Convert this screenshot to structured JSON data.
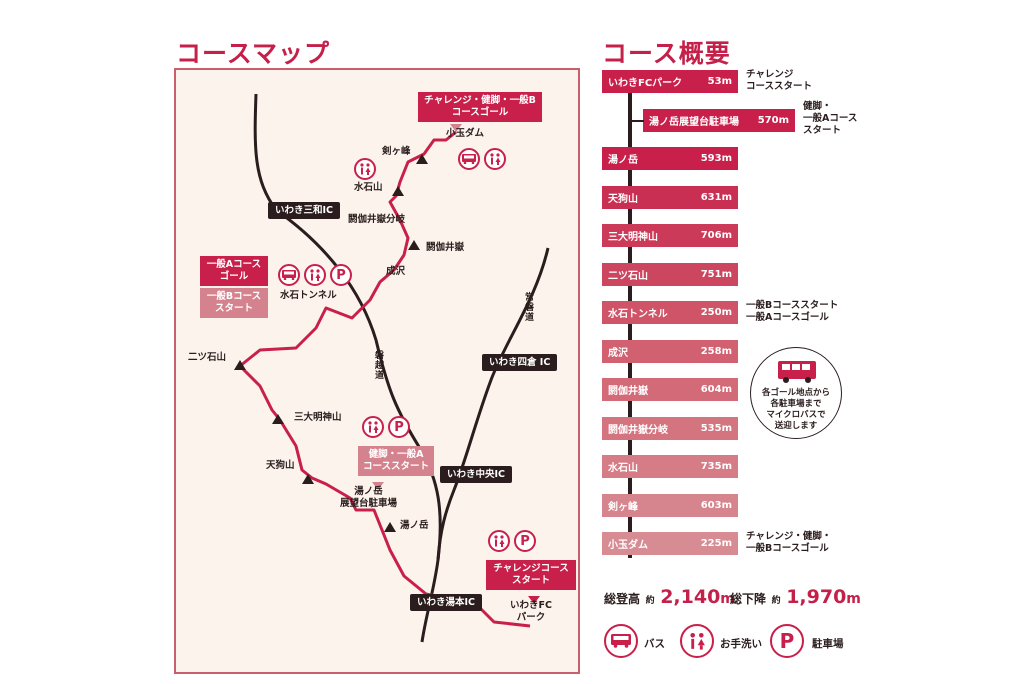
{
  "titles": {
    "map": "コースマップ",
    "overview": "コース概要"
  },
  "map": {
    "interchanges": {
      "sanwa": "いわき三和IC",
      "yotsukura": "いわき四倉 IC",
      "chuo": "いわき中央IC",
      "yumoto": "いわき湯本IC"
    },
    "routes": {
      "banetsu": "磐越道",
      "joban": "常磐道"
    },
    "places": {
      "kotama_dam": "小玉ダム",
      "kengamine": "剣ヶ峰",
      "mizuishiyama": "水石山",
      "akaijidake_bunki": "閼伽井嶽分岐",
      "akaijidake": "閼伽井嶽",
      "narusawa": "成沢",
      "mizuishi_tunnel": "水石トンネル",
      "futatsuishiyama": "二ツ石山",
      "sandaimyojinsan": "三大明神山",
      "tengusan": "天狗山",
      "yunotake_parking_1": "湯ノ岳",
      "yunotake_parking_2": "展望台駐車場",
      "yunotake": "湯ノ岳",
      "fc_park_1": "いわきFC",
      "fc_park_2": "パーク"
    },
    "boxes": {
      "goal_all_1": "チャレンジ・健脚・一般B",
      "goal_all_2": "コースゴール",
      "ippan_a_goal_1": "一般Aコース",
      "ippan_a_goal_2": "ゴール",
      "ippan_b_start_1": "一般Bコース",
      "ippan_b_start_2": "スタート",
      "kenkyaku_start_1": "健脚・一般A",
      "kenkyaku_start_2": "コーススタート",
      "challenge_start_1": "チャレンジコース",
      "challenge_start_2": "スタート"
    },
    "icons": {
      "bus": "bus-icon",
      "toilet": "toilet-icon",
      "parking": "P"
    }
  },
  "profile": {
    "rows": [
      {
        "name": "いわきFCパーク",
        "elev": "53m",
        "note1": "チャレンジ",
        "note2": "コーススタート",
        "color": "#c8204a"
      },
      {
        "name": "湯ノ岳展望台駐車場",
        "elev": "570m",
        "note1": "健脚・",
        "note2": "一般Aコース",
        "note3": "スタート",
        "color": "#c8204a"
      },
      {
        "name": "湯ノ岳",
        "elev": "593m",
        "color": "#c8204a"
      },
      {
        "name": "天狗山",
        "elev": "631m",
        "color": "#c92f52"
      },
      {
        "name": "三大明神山",
        "elev": "706m",
        "color": "#cb3a58"
      },
      {
        "name": "二ツ石山",
        "elev": "751m",
        "color": "#cd4660"
      },
      {
        "name": "水石トンネル",
        "elev": "250m",
        "note1": "一般Bコーススタート",
        "note2": "一般Aコースゴール",
        "color": "#cf5468"
      },
      {
        "name": "成沢",
        "elev": "258m",
        "color": "#d16070"
      },
      {
        "name": "閼伽井嶽",
        "elev": "604m",
        "color": "#d36a78"
      },
      {
        "name": "閼伽井嶽分岐",
        "elev": "535m",
        "color": "#d4747f"
      },
      {
        "name": "水石山",
        "elev": "735m",
        "color": "#d57c86"
      },
      {
        "name": "剣ヶ峰",
        "elev": "603m",
        "color": "#d6848d"
      },
      {
        "name": "小玉ダム",
        "elev": "225m",
        "note1": "チャレンジ・健脚・",
        "note2": "一般Bコースゴール",
        "color": "#d78c94"
      }
    ],
    "bus_note": [
      "各ゴール地点から",
      "各駐車場まで",
      "マイクロバスで",
      "送迎します"
    ],
    "stats": {
      "ascent_label": "総登高",
      "ascent_approx": "約",
      "ascent_value": "2,140",
      "ascent_unit": "m",
      "descent_label": "総下降",
      "descent_approx": "約",
      "descent_value": "1,970",
      "descent_unit": "m"
    }
  },
  "legend": {
    "bus": "バス",
    "toilet": "お手洗い",
    "parking_glyph": "P",
    "parking": "駐車場"
  },
  "colors": {
    "accent": "#c4204a",
    "route": "#c8204a",
    "road": "#2b1d1d",
    "map_bg": "#fbf3ec"
  }
}
